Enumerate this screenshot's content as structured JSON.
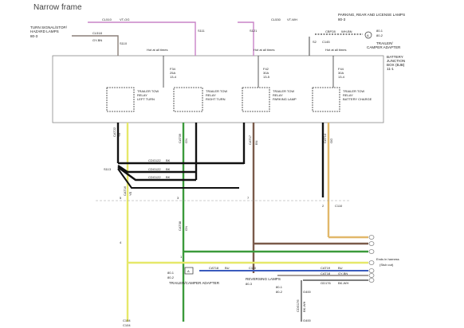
{
  "header": {
    "title": "Narrow frame"
  },
  "labels": {
    "turn_lamps": "TURN SIGNAL/STOP/",
    "turn_lamps2": "HAZARD LAMPS",
    "turn_ref": "80-3",
    "parking_lamps": "PARKING, REAR AND LICENSE LAMPS",
    "parking_ref": "80-3",
    "camper_adapter": "TRAILER/",
    "camper_adapter2": "CAMPER ADAPTER",
    "battery_box": "BATTERY",
    "battery_box2": "JUNCTION",
    "battery_box3": "BOX (BJB)",
    "battery_box4": "11-1",
    "hot_left": "Hot at all times",
    "hot_mid": "Hot at all times",
    "hot_right": "Hot at all times",
    "end_harness": "Ends in harness",
    "end_harness2": "(Stub cut)",
    "reversing": "REVERSING LAMPS",
    "reversing_ref": "80-3",
    "camper_bottom": "TRAILER/CAMPER ADAPTER"
  },
  "relays": [
    {
      "name": "TRAILER TOW",
      "name2": "RELAY",
      "name3": "LEFT TURN"
    },
    {
      "name": "TRAILER TOW",
      "name2": "RELAY",
      "name3": "RIGHT TURN"
    },
    {
      "name": "TRAILER TOW",
      "name2": "RELAY",
      "name3": "PARKING LAMP"
    },
    {
      "name": "TRAILER TOW",
      "name2": "RELAY",
      "name3": "BATTERY CHARGE"
    }
  ],
  "fuses": [
    {
      "id": "F34",
      "amps": "25A",
      "ref": "13-4"
    },
    {
      "id": "F42",
      "amps": "30A",
      "ref": "13-5"
    },
    {
      "id": "F44",
      "amps": "30A",
      "ref": "13-4"
    }
  ],
  "circuits": {
    "cl510": "CL510",
    "cl510_color": "VT-OG",
    "cl518": "CL518",
    "cl518_color": "GY-BN",
    "cl530": "CL530",
    "cl530_color": "VT-WH",
    "cbp28": "CBP28",
    "cbp28_color": "WH-BN",
    "s110": "S110",
    "s111": "S111",
    "s121": "S121",
    "s2": "S2",
    "s113": "S113",
    "c145": "C145",
    "cdg122a": "CDG122",
    "cdg122a_color": "BK",
    "cdg122b": "CDG122",
    "cdg122b_color": "BK",
    "cdg122c": "CDG122",
    "cdg122c_color": "BK",
    "cat18": "CAT18",
    "cat18_color": "BU",
    "cat19": "CAT19",
    "cat19_color": "BU",
    "c110": "C110",
    "c110b": "C110",
    "gy_bn": "GY-BN",
    "gy_bn_id": "CAT18",
    "gd176": "GD176",
    "gd176_color": "BK-WH",
    "g400": "G400",
    "g400b": "G400",
    "vert_cat09": "CAT09",
    "vert_cat09_c": "GN",
    "vert_cat17": "CAT17",
    "vert_cat17_c": "BN",
    "vert_cat14": "CAT14",
    "vert_cat14_c": "OG",
    "vert_cat22": "CAT22",
    "vert_cat22_c": "YE",
    "vert_cat08": "CAT08",
    "vert_cat08_c": "GN",
    "vert_cat16": "CAT16",
    "vert_cat16_c": "YE",
    "vert_cdg": "CDG176",
    "vert_cdg_c": "BK-WH",
    "bottom_c": "C104",
    "bottom_c2": "C104"
  },
  "refs": {
    "r1": "80-1",
    "r2": "80-2",
    "r3": "80-1",
    "r4": "80-2",
    "r5": "80-1",
    "r6": "80-2",
    "a": "A",
    "pin5": "5",
    "pin4": "4",
    "pin3": "3",
    "pin7": "7",
    "pin2": "2",
    "pin1": "1"
  },
  "colors": {
    "violet": "#c983c7",
    "gray_brown": "#8a7f78",
    "yellow": "#e6e86a",
    "green": "#3b9a3b",
    "brown": "#7a5a4a",
    "orange": "#e1b86a",
    "blue": "#3a5bbd",
    "black": "#111111",
    "box": "#888888"
  }
}
